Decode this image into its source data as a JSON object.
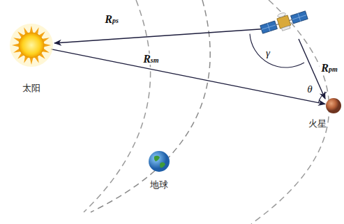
{
  "diagram": {
    "nodes": [
      {
        "text": [
          "太阳"
        ]
      },
      {
        "text": [
          "火星"
        ]
      },
      {
        "text": [
          "地球"
        ]
      }
    ],
    "edges": [
      {
        "from": 0,
        "to": 1,
        "arrow": "to",
        "label": "Rsm"
      }
    ],
    "labels": [
      "Rps",
      "Rpm",
      "γ",
      "θ"
    ]
  }
}
